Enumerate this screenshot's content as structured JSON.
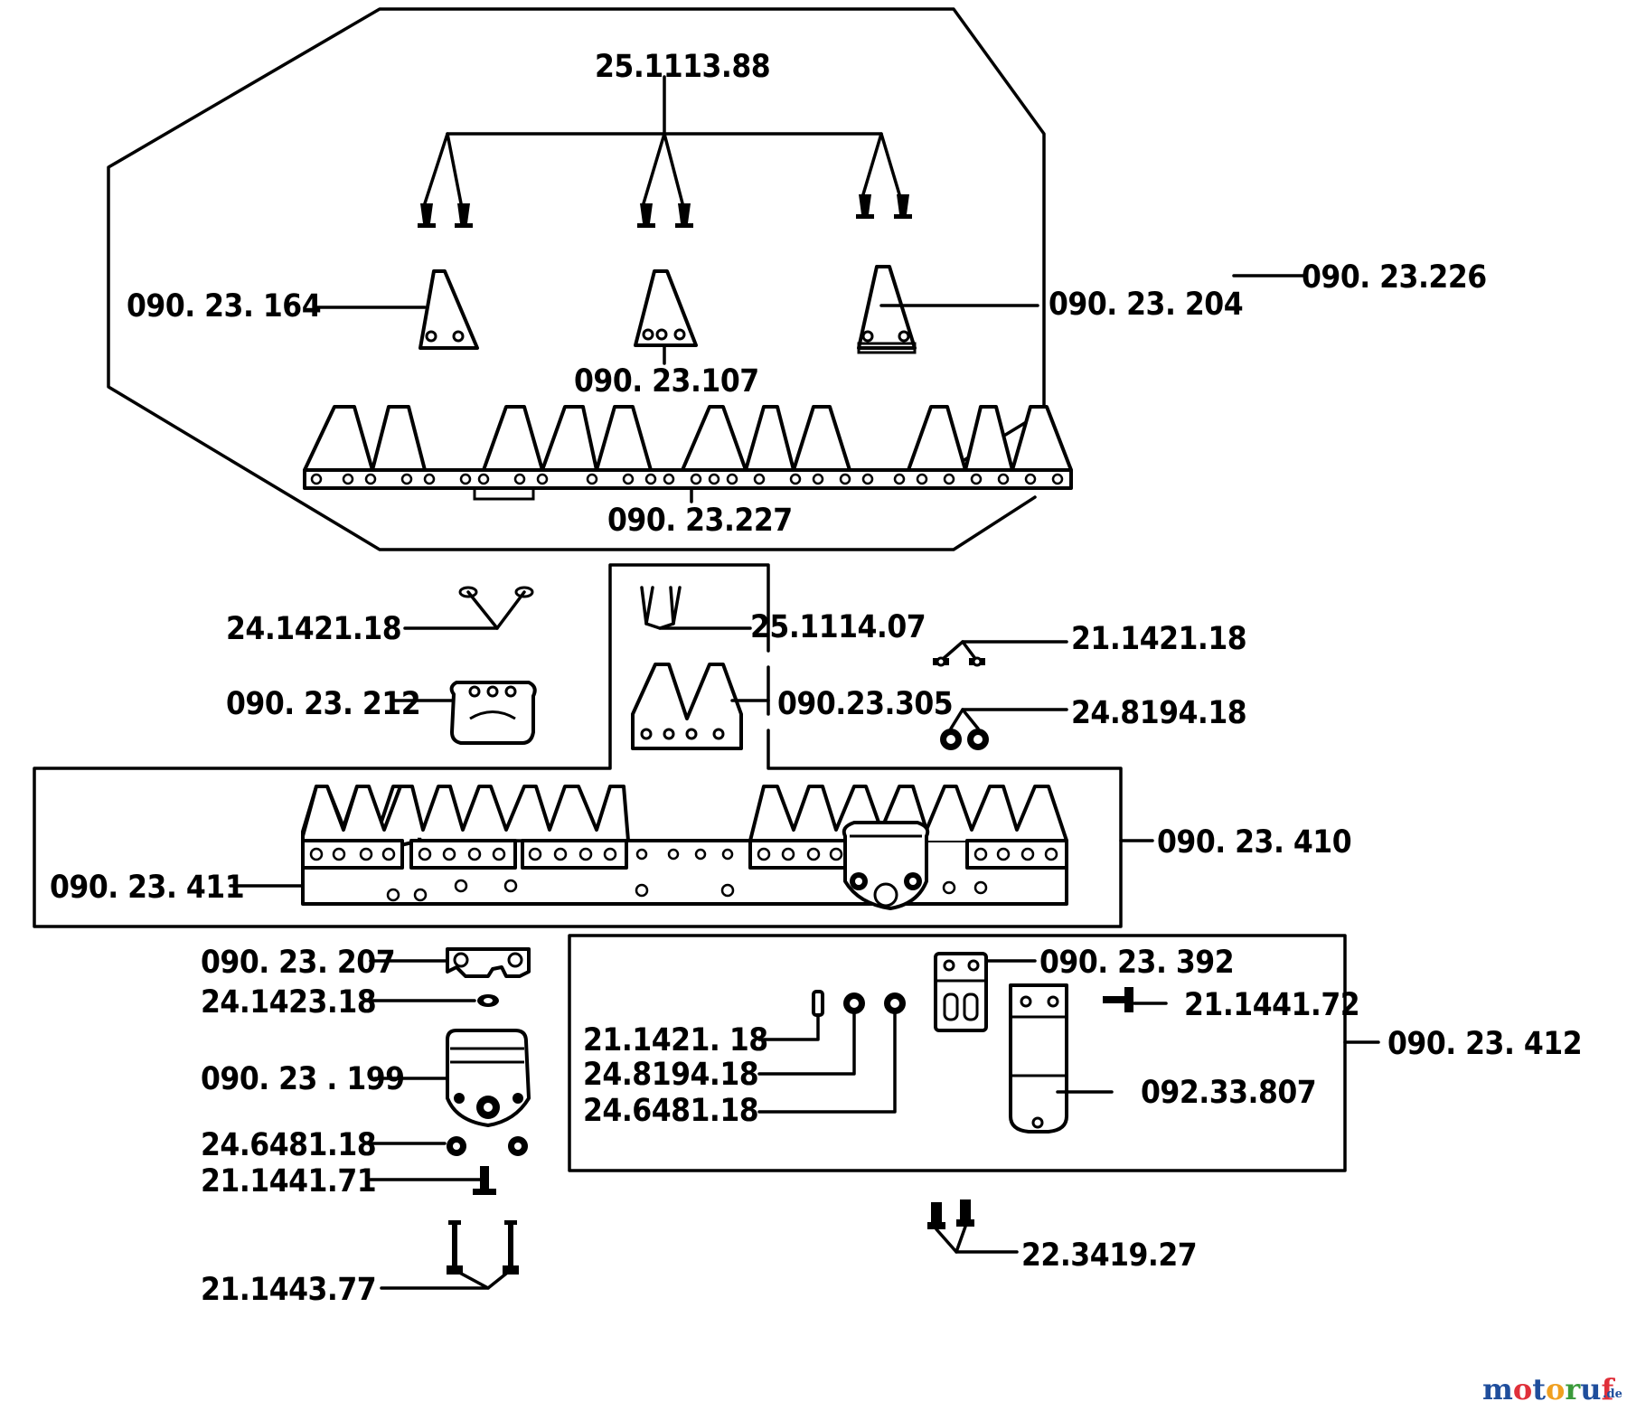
{
  "diagram": {
    "labels": {
      "l_25_1113_88": "25.1113.88",
      "l_090_23_164": "090. 23. 164",
      "l_090_23_204": "090. 23. 204",
      "l_090_23_226": "090. 23.226",
      "l_090_23_107": "090. 23.107",
      "l_090_23_227": "090. 23.227",
      "l_24_1421_18": "24.1421.18",
      "l_25_1114_07": "25.1114.07",
      "l_21_1421_18_a": "21.1421.18",
      "l_090_23_212": "090. 23. 212",
      "l_090_23_305": "090.23.305",
      "l_24_8194_18_a": "24.8194.18",
      "l_090_23_410": "090. 23. 410",
      "l_090_23_411": "090. 23. 411",
      "l_090_23_207": "090. 23. 207",
      "l_090_23_392": "090. 23. 392",
      "l_24_1423_18": "24.1423.18",
      "l_21_1441_72": "21.1441.72",
      "l_21_1421_18_b": "21.1421. 18",
      "l_090_23_412": "090. 23. 412",
      "l_090_23_199": "090. 23 . 199",
      "l_24_8194_18_b": "24.8194.18",
      "l_092_33_807": "092.33.807",
      "l_24_6481_18_a": "24.6481.18",
      "l_24_6481_18_b": "24.6481.18",
      "l_21_1441_71": "21.1441.71",
      "l_21_1443_77": "21.1443.77",
      "l_22_3419_27": "22.3419.27"
    },
    "watermark": {
      "text": "motoruf",
      "suffix": ".de",
      "colors": [
        "#1f4e9c",
        "#e0303a",
        "#1f4e9c",
        "#f0a020",
        "#3a9a3a",
        "#1f4e9c",
        "#e0303a"
      ]
    }
  }
}
